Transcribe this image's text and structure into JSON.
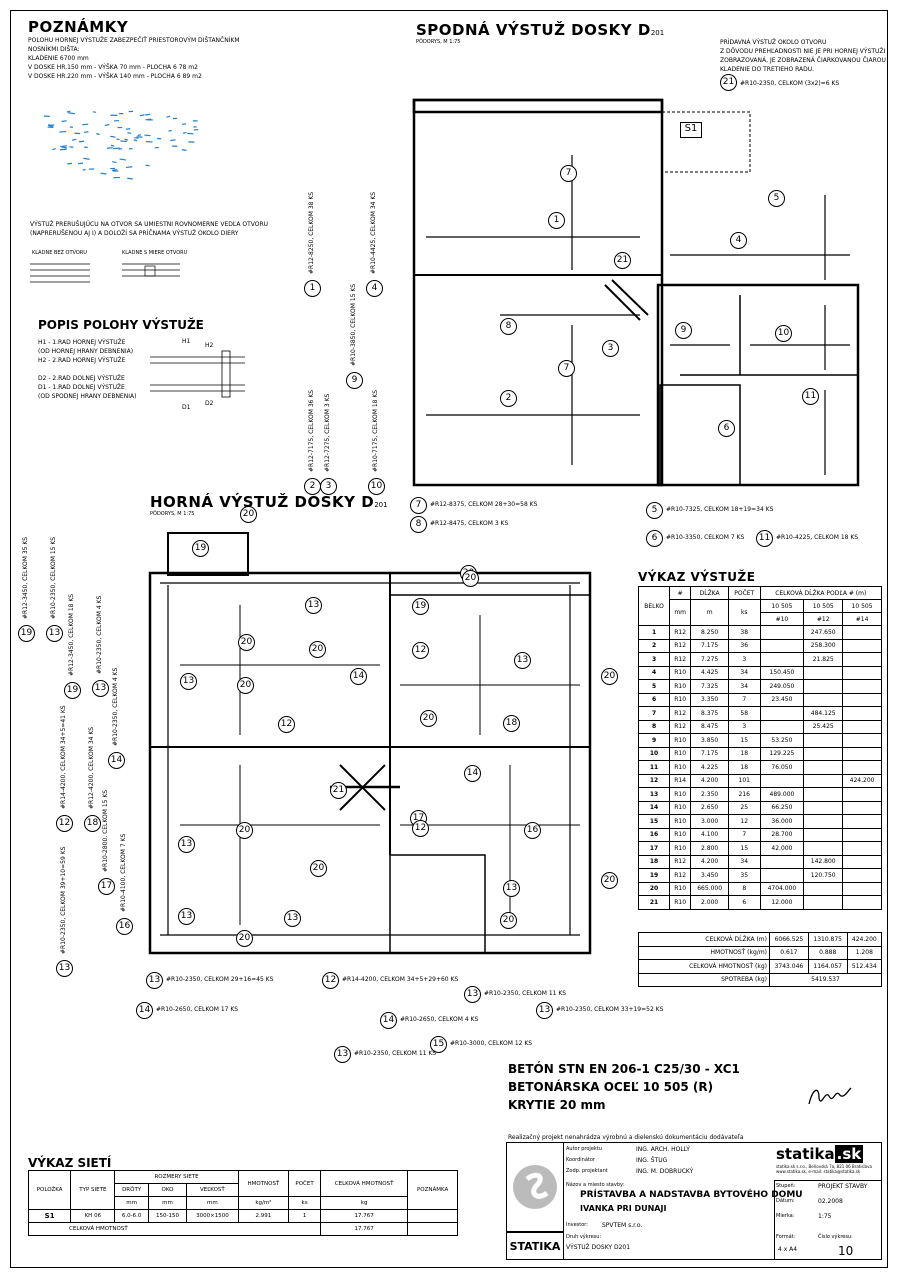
{
  "notes": {
    "title": "POZNÁMKY",
    "lines": [
      "POLOHU HORNEJ VÝSTUŽE ZABEZPEČIŤ PRIESTOROVÝM DIŠTANČNÍKM",
      "NOSNÍKMI DIŠTA:",
      "KLADENIE 6700 mm",
      "V DOSKE HR.150 mm - VÝŠKA 70 mm - PLOCHA 6 78 m2",
      "V DOSKE HR.220 mm - VÝŠKA 140 mm - PLOCHA 6 89 m2"
    ],
    "opening_lines": [
      "VÝSTUŽ PRERUŠUJÚCU NA OTVOR SA UMIESTNI ROVNOMERNE VEDĽA OTVORU",
      "(NAPRERUŠENOU AJ I) A DOLOŽÍ SA PRÍČNAMA VÝSTUŽ OKOLO DIERY"
    ],
    "detail_a": "KLADNE BEZ OTVORU",
    "detail_b": "KLADNE S MIERE OTVORU"
  },
  "popis": {
    "title": "POPIS POLOHY VÝSTUŽE",
    "lines": [
      "H1 - 1.RAD HORNEJ VÝSTUŽE",
      "(OD HORNEJ HRANY DEBNENIA)",
      "H2 - 2.RAD HORNEJ VÝSTUŽE",
      "",
      "D2 - 2.RAD DOLNEJ VÝSTUŽE",
      "D1 - 1.RAD DOLNEJ VÝSTUŽE",
      "(OD SPODNEJ HRANY DEBNENIA)"
    ],
    "labels": [
      "H1",
      "H2",
      "D1",
      "D2"
    ]
  },
  "bottom_plan": {
    "title": "SPODNÁ VÝSTUŽ DOSKY D",
    "title_sub": "201",
    "scale": "PÔDORYS, M 1:75",
    "opening_note": [
      "PRÍDAVNÁ VÝSTUŽ OKOLO OTVORU",
      "Z DÔVODU PREHĽADNOSTI NIE JE PRI HORNEJ VÝSTUŽI",
      "ZOBRAZOVANÁ, JE ZOBRAZENÁ ČIARKOVANOU ČIAROU",
      "KLADENIE DO TRETIEHO RADU."
    ],
    "opening_callout": "#R10-2350, CELKOM (3x2)=6 KS",
    "opening_marker": "21",
    "s1": "S1"
  },
  "top_plan": {
    "title": "HORNÁ VÝSTUŽ DOSKY D",
    "title_sub": "201",
    "scale": "PÔDORYS, M 1:75"
  },
  "bottom_callouts": [
    {
      "n": "7",
      "text": "#R12-8375, CELKOM 28+30=58 KS"
    },
    {
      "n": "8",
      "text": "#R12-8475, CELKOM 3 KS"
    },
    {
      "n": "5",
      "text": "#R10-7325, CELKOM 18+19=34 KS"
    },
    {
      "n": "6",
      "text": "#R10-3350, CELKOM 7 KS"
    },
    {
      "n": "11",
      "text": "#R10-4225, CELKOM 18 KS"
    }
  ],
  "bottom_vertical": [
    {
      "n": "1",
      "text": "#R12-8250, CELKOM 38 KS"
    },
    {
      "n": "4",
      "text": "#R10-4425, CELKOM 34 KS"
    },
    {
      "n": "9",
      "text": "#R10-3850, CELKOM 15 KS"
    },
    {
      "n": "2",
      "text": "#R12-7175, CELKOM 36 KS"
    },
    {
      "n": "3",
      "text": "#R12-7275, CELKOM 3 KS"
    },
    {
      "n": "10",
      "text": "#R10-7175, CELKOM 18 KS"
    }
  ],
  "top_left_vertical": [
    {
      "n": "19",
      "text": "#R12-3450, CELKOM 35 KS"
    },
    {
      "n": "13",
      "text": "#R10-2350, CELKOM 15 KS"
    },
    {
      "n": "19",
      "text": "#R12-3450, CELKOM 18 KS"
    },
    {
      "n": "13",
      "text": "#R10-2350, CELKOM 4 KS"
    },
    {
      "n": "12",
      "text": "#R14-4200, CELKOM 34+5=41 KS"
    },
    {
      "n": "18",
      "text": "#R12-4200, CELKOM 34 KS"
    },
    {
      "n": "14",
      "text": "#R10-2350, CELKOM 4 KS"
    },
    {
      "n": "17",
      "text": "#R10-2800, CELKOM 15 KS"
    },
    {
      "n": "16",
      "text": "#R10-4100, CELKOM 7 KS"
    },
    {
      "n": "13",
      "text": "#R10-2350, CELKOM 39+10=59 KS"
    }
  ],
  "top_bottom_callouts": [
    {
      "n": "13",
      "text": "#R10-2350, CELKOM 29+16=45 KS"
    },
    {
      "n": "12",
      "text": "#R14-4200, CELKOM 34+5+29+60 KS"
    },
    {
      "n": "14",
      "text": "#R10-2650, CELKOM 17 KS"
    },
    {
      "n": "13",
      "text": "#R10-2350, CELKOM 11 KS"
    },
    {
      "n": "13",
      "text": "#R10-2350, CELKOM 33+19=52 KS"
    },
    {
      "n": "14",
      "text": "#R10-2650, CELKOM 4 KS"
    },
    {
      "n": "15",
      "text": "#R10-3000, CELKOM 12 KS"
    },
    {
      "n": "13",
      "text": "#R10-2350, CELKOM 11 KS"
    }
  ],
  "rebar_table": {
    "title": "VÝKAZ VÝSTUŽE",
    "headers": [
      "BELKO",
      "#",
      "DĹŽKA",
      "POČET"
    ],
    "units": [
      "",
      "mm",
      "m",
      "ks"
    ],
    "group_header": "CELKOVÁ DĹŽKA PODĽA # (m)",
    "steel_cols": [
      "10 505",
      "10 505",
      "10 505"
    ],
    "dia_cols": [
      "#10",
      "#12",
      "#14"
    ],
    "rows": [
      [
        "1",
        "R12",
        "8.250",
        "38",
        "",
        "247.650",
        ""
      ],
      [
        "2",
        "R12",
        "7.175",
        "36",
        "",
        "258.300",
        ""
      ],
      [
        "3",
        "R12",
        "7.275",
        "3",
        "",
        "21.825",
        ""
      ],
      [
        "4",
        "R10",
        "4.425",
        "34",
        "150.450",
        "",
        ""
      ],
      [
        "5",
        "R10",
        "7.325",
        "34",
        "249.050",
        "",
        ""
      ],
      [
        "6",
        "R10",
        "3.350",
        "7",
        "23.450",
        "",
        ""
      ],
      [
        "7",
        "R12",
        "8.375",
        "58",
        "",
        "484.125",
        ""
      ],
      [
        "8",
        "R12",
        "8.475",
        "3",
        "",
        "25.425",
        ""
      ],
      [
        "9",
        "R10",
        "3.850",
        "15",
        "53.250",
        "",
        ""
      ],
      [
        "10",
        "R10",
        "7.175",
        "18",
        "129.225",
        "",
        ""
      ],
      [
        "11",
        "R10",
        "4.225",
        "18",
        "76.050",
        "",
        ""
      ],
      [
        "12",
        "R14",
        "4.200",
        "101",
        "",
        "",
        "424.200"
      ],
      [
        "13",
        "R10",
        "2.350",
        "216",
        "489.000",
        "",
        ""
      ],
      [
        "14",
        "R10",
        "2.650",
        "25",
        "66.250",
        "",
        ""
      ],
      [
        "15",
        "R10",
        "3.000",
        "12",
        "36.000",
        "",
        ""
      ],
      [
        "16",
        "R10",
        "4.100",
        "7",
        "28.700",
        "",
        ""
      ],
      [
        "17",
        "R10",
        "2.800",
        "15",
        "42.000",
        "",
        ""
      ],
      [
        "18",
        "R12",
        "4.200",
        "34",
        "",
        "142.800",
        ""
      ],
      [
        "19",
        "R12",
        "3.450",
        "35",
        "",
        "120.750",
        ""
      ],
      [
        "20",
        "R10",
        "665.000",
        "8",
        "4704.000",
        "",
        ""
      ],
      [
        "21",
        "R10",
        "2.000",
        "6",
        "12.000",
        "",
        ""
      ]
    ],
    "totals": [
      [
        "CELKOVÁ DĹŽKA (m)",
        "6066.525",
        "1310.875",
        "424.200"
      ],
      [
        "HMOTNOSŤ (kg/m)",
        "0.617",
        "0.888",
        "1.208"
      ],
      [
        "CELKOVÁ HMOTNOSŤ (kg)",
        "3743.046",
        "1164.057",
        "512.434"
      ],
      [
        "SPOTREBA (kg)",
        "5419.537",
        "",
        ""
      ]
    ]
  },
  "spec": {
    "line1": "BETÓN STN EN 206-1 C25/30 - XC1",
    "line2": "BETONÁRSKA OCEĽ 10 505 (R)",
    "line3": "KRYTIE 20 mm"
  },
  "mesh_table": {
    "title": "VÝKAZ SIETÍ",
    "headers": [
      "POLOŽKA",
      "TYP SIETE",
      "ROZMERY SIETE",
      "",
      "",
      "HMOTNOSŤ",
      "POČET",
      "CELKOVÁ HMOTNOSŤ",
      "POZNÁMKA"
    ],
    "sub_headers": [
      "DRÔTY",
      "OKO",
      "VEĽKOSŤ"
    ],
    "units": [
      "mm",
      "mm",
      "mm",
      "kg/m²",
      "ks",
      "kg"
    ],
    "row": [
      "S1",
      "KH 06",
      "6.0-6.0",
      "150-150",
      "3000×1500",
      "2.991",
      "1",
      "17.767",
      ""
    ],
    "total_label": "CELKOVÁ HMOTNOSŤ",
    "total_value": "17.767"
  },
  "title_block": {
    "disclaimer": "Realizačný projekt nenahrádza výrobnú a dielenskú dokumentáciu dodávateľa",
    "rows": [
      [
        "Autor projektu",
        "ING. ARCH. HOLLÝ"
      ],
      [
        "Koordinátor",
        "ING. ŠTUG"
      ],
      [
        "Zodp. projektant",
        "ING. M. DOBRUCKÝ"
      ]
    ],
    "project_label": "Názov a miesto stavby:",
    "project_name": "PRÍSTAVBA A NADSTAVBA BYTOVÉHO DOMU",
    "project_place": "IVANKA PRI DUNAJI",
    "investor_label": "Investor:",
    "investor": "SPVTEM s.r.o.",
    "drawing_label": "Druh výkresu:",
    "drawing": "VÝSTUŽ DOSKY D201",
    "discipline": "STATIKA",
    "brand": "statika",
    "brand_tld": ".sk",
    "company_lines": [
      "statika.sk s.r.o., Beňovská 7a, 821 06 Bratislava",
      "www.statika.sk, e-mail: statika@statika.sk"
    ],
    "stage_label": "Stupeň:",
    "stage": "PROJEKT STAVBY",
    "date_label": "Dátum:",
    "date": "02.2008",
    "scale_label": "Mierka:",
    "scale": "1:75",
    "format_label": "Formát:",
    "format": "4 x A4",
    "sheet_label": "Číslo výkresu:",
    "sheet": "10"
  }
}
